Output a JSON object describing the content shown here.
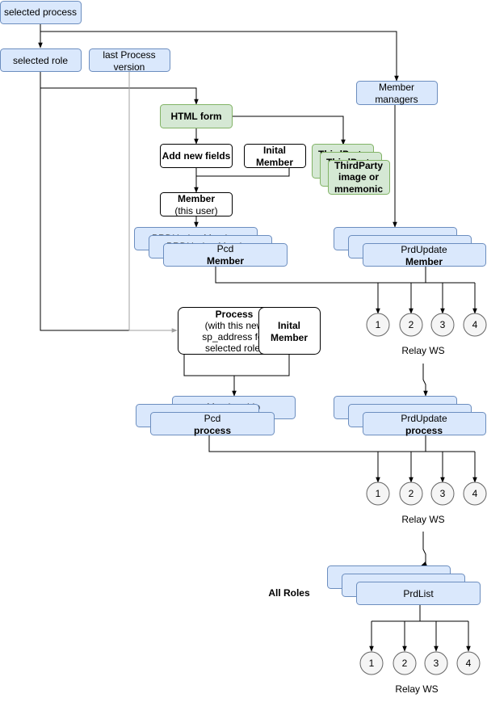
{
  "nodes": {
    "selected_process": "selected process",
    "selected_role": "selected role",
    "last_process_version": [
      "last Process",
      "version"
    ],
    "member_managers": [
      "Member",
      "managers"
    ],
    "html_form": "HTML form",
    "add_new_fields": "Add new fields",
    "inital_member": [
      "Inital",
      "Member"
    ],
    "thirdparty_back": "ThirdParty",
    "thirdparty": [
      "ThirdParty",
      "image or",
      "mnemonic"
    ],
    "member_this_user": [
      "Member",
      "(this user)"
    ],
    "pcd_member": [
      "Pcd",
      "Member"
    ],
    "prdupdate_member": [
      "PrdUpdate",
      "Member"
    ],
    "process_box": [
      "Process",
      "(with this new",
      "sp_address for",
      "selected role)"
    ],
    "inital_member_2": [
      "Inital",
      "Member"
    ],
    "pcd_process": [
      "Pcd",
      "process"
    ],
    "prdupdate_process": [
      "PrdUpdate",
      "process"
    ],
    "prdlist": "PrdList",
    "all_roles": "All Roles",
    "hidden_back": "PRDUpdateMember",
    "hidden_back_2": "Membership"
  },
  "relays": [
    {
      "label": "Relay WS",
      "nodes": [
        "1",
        "2",
        "3",
        "4"
      ]
    },
    {
      "label": "Relay WS",
      "nodes": [
        "1",
        "2",
        "3",
        "4"
      ]
    },
    {
      "label": "Relay WS",
      "nodes": [
        "1",
        "2",
        "3",
        "4"
      ]
    }
  ],
  "colors": {
    "blue_fill": "#dae8fc",
    "blue_stroke": "#6c8ebf",
    "green_fill": "#d5e8d4",
    "green_stroke": "#82b366",
    "circle_fill": "#f5f5f5",
    "circle_stroke": "#666666"
  }
}
